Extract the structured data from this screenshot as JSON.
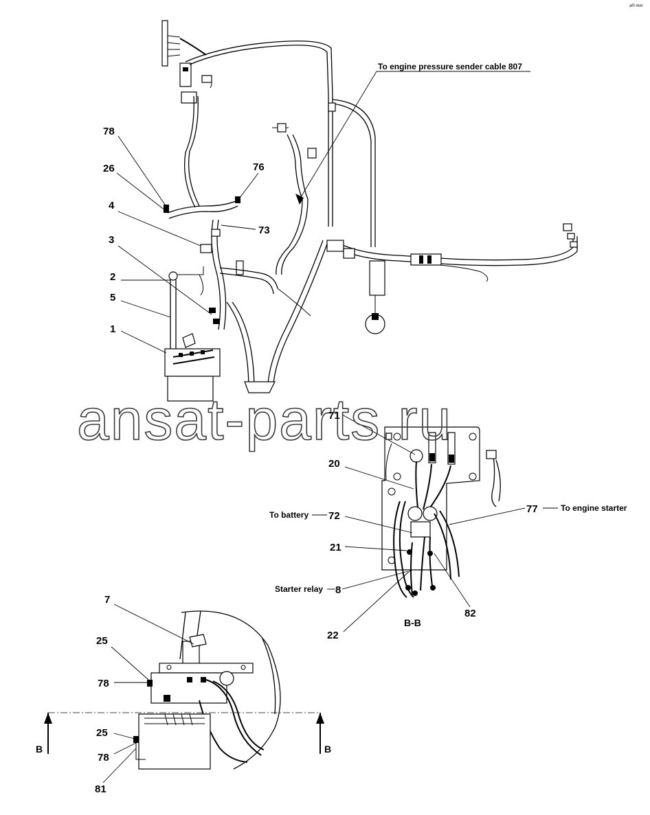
{
  "watermark": "ansat-parts.ru",
  "corner_mark": "a® mm",
  "notes": {
    "engine_pressure": "To engine pressure sender cable 807",
    "battery": "To battery",
    "engine_starter": "To engine starter",
    "starter_relay": "Starter relay"
  },
  "section": {
    "view_label": "B-B",
    "left_marker": "B",
    "right_marker": "B"
  },
  "callouts": {
    "c78_top": "78",
    "c26": "26",
    "c4": "4",
    "c3": "3",
    "c2": "2",
    "c5": "5",
    "c1": "1",
    "c76": "76",
    "c73": "73",
    "c71": "71",
    "c20": "20",
    "c72": "72",
    "c21": "21",
    "c8": "8",
    "c22": "22",
    "c77": "77",
    "c82": "82",
    "c7": "7",
    "c25_top": "25",
    "c78_mid": "78",
    "c25_bot": "25",
    "c78_bot": "78",
    "c81": "81"
  }
}
